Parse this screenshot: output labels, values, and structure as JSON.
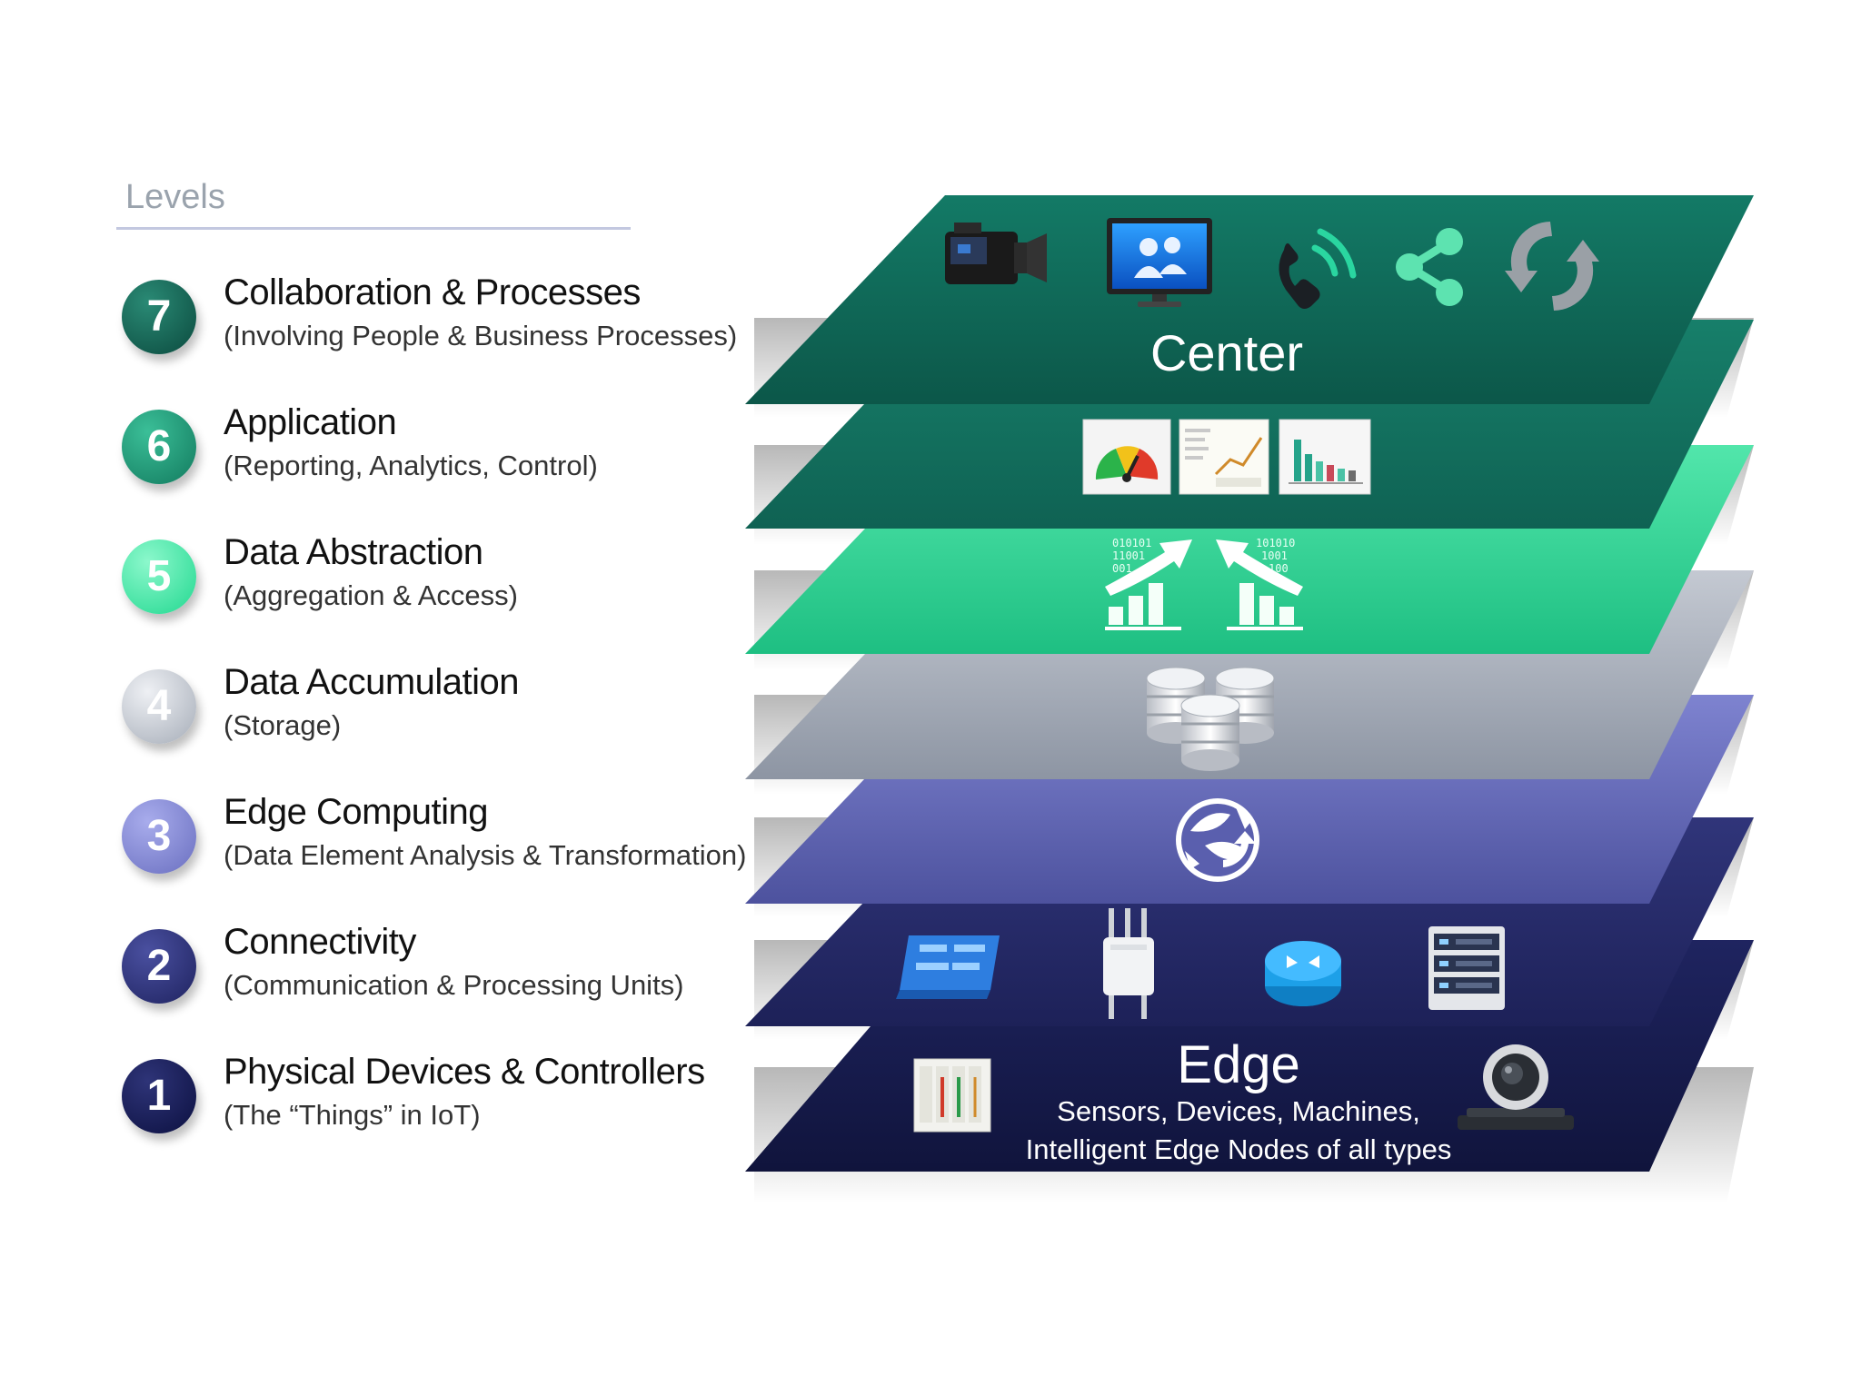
{
  "header": {
    "label": "Levels"
  },
  "levels": [
    {
      "number": "7",
      "title": "Collaboration & Processes",
      "subtitle": "(Involving People & Business Processes)",
      "color": "#0d5a4c"
    },
    {
      "number": "6",
      "title": "Application",
      "subtitle": "(Reporting, Analytics, Control)",
      "color": "#1a8a6e"
    },
    {
      "number": "5",
      "title": "Data Abstraction",
      "subtitle": "(Aggregation & Access)",
      "color": "#3ee0a0"
    },
    {
      "number": "4",
      "title": "Data Accumulation",
      "subtitle": "(Storage)",
      "color": "#b8bec8"
    },
    {
      "number": "3",
      "title": "Edge Computing",
      "subtitle": "(Data Element Analysis & Transformation)",
      "color": "#7a80cc"
    },
    {
      "number": "2",
      "title": "Connectivity",
      "subtitle": "(Communication & Processing Units)",
      "color": "#2e3270"
    },
    {
      "number": "1",
      "title": "Physical Devices & Controllers",
      "subtitle": "(The “Things” in IoT)",
      "color": "#14184a"
    }
  ],
  "stack": {
    "center_label": "Center",
    "edge_label": "Edge",
    "edge_caption_line1": "Sensors, Devices, Machines,",
    "edge_caption_line2": "Intelligent Edge Nodes of all types",
    "slab_colors": [
      "#0f6656",
      "#16705e",
      "#2fcf92",
      "#a9b0bc",
      "#5f64b4",
      "#262a66",
      "#181c4c"
    ],
    "icons": {
      "layer7": [
        "video-camera-icon",
        "video-conference-monitor-icon",
        "phone-icon",
        "share-icon",
        "sync-icon"
      ],
      "layer6": [
        "gauge-report-icon",
        "analytics-report-icon",
        "bar-chart-report-icon"
      ],
      "layer5": [
        "data-aggregation-up-icon",
        "data-access-up-icon"
      ],
      "layer4": [
        "database-storage-icon"
      ],
      "layer3": [
        "globe-transform-icon"
      ],
      "layer2": [
        "network-card-icon",
        "access-point-icon",
        "router-icon",
        "switch-rack-icon"
      ],
      "layer1": [
        "controller-module-icon",
        "ptz-camera-icon"
      ]
    },
    "binary_left": [
      "010101",
      "11001",
      "001"
    ],
    "binary_right": [
      "101010",
      "1001",
      "100"
    ]
  }
}
